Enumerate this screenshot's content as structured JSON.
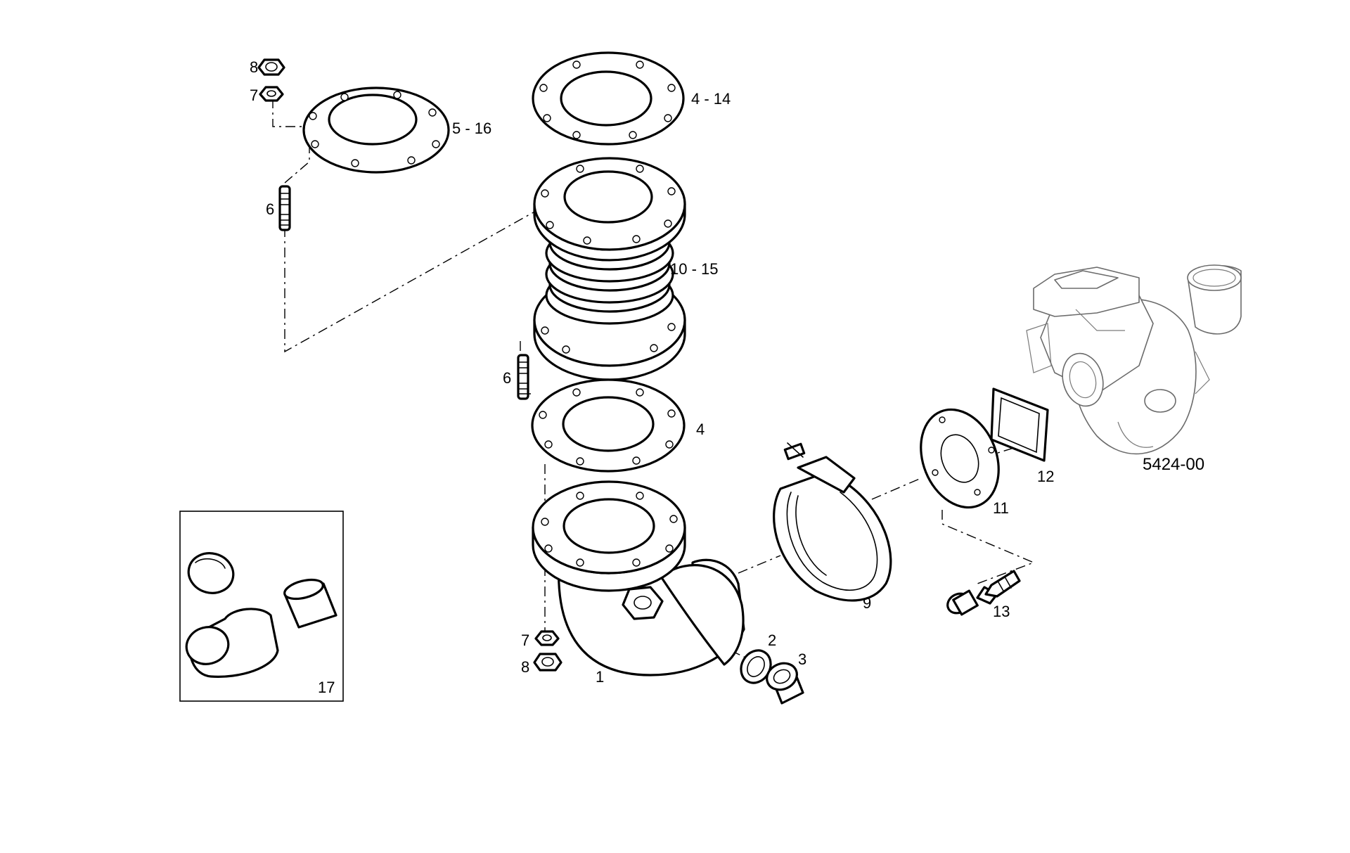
{
  "labels": {
    "p8_top": "8",
    "p7_top": "7",
    "p5_16": "5 - 16",
    "p6_left": "6",
    "p4_14": "4 - 14",
    "p10_15": "10 - 15",
    "p6_mid": "6",
    "p4": "4",
    "p7_bottom": "7",
    "p8_bottom": "8",
    "p1": "1",
    "p2": "2",
    "p3": "3",
    "p9": "9",
    "p11": "11",
    "p12": "12",
    "p13": "13",
    "p17": "17",
    "drawing_number": "5424-00"
  },
  "colors": {
    "line": "#000000",
    "background": "#ffffff",
    "context_part": "#6b6b6b"
  }
}
